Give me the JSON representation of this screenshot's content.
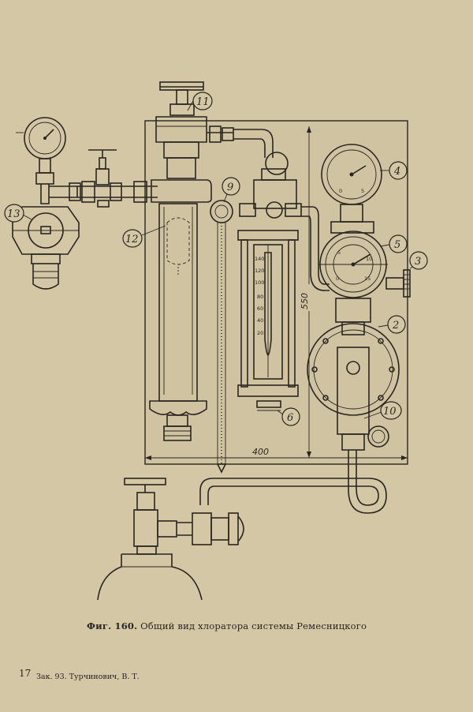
{
  "figure": {
    "callouts": [
      "11",
      "4",
      "9",
      "13",
      "12",
      "5",
      "3",
      "2",
      "6",
      "10"
    ],
    "dimensions": {
      "width": "400",
      "height": "550"
    },
    "rotameter_scale": [
      "140",
      "120",
      "100",
      "80",
      "60",
      "40",
      "20"
    ],
    "gauge_marks": [
      "0",
      "5",
      "0",
      "5",
      "10",
      "15"
    ]
  },
  "caption": {
    "fig_label": "Фиг. 160.",
    "text": "Общий вид хлоратора системы Ремесницкого"
  },
  "footer": {
    "page_number": "17",
    "print_info": "Зак. 93. Турчинович, В. Т."
  }
}
